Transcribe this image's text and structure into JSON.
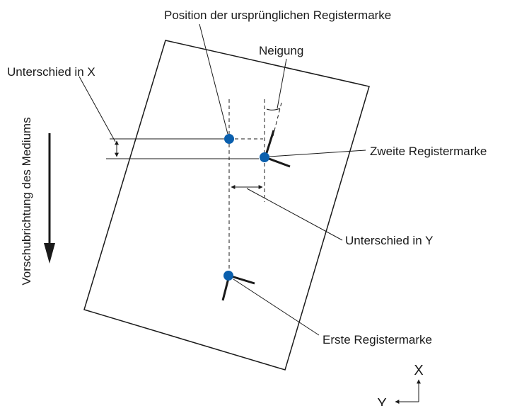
{
  "labels": {
    "original_mark_position": "Position der ursprünglichen Registermarke",
    "tilt": "Neigung",
    "difference_x": "Unterschied in X",
    "second_mark": "Zweite Registermarke",
    "difference_y": "Unterschied in Y",
    "first_mark": "Erste Registermarke",
    "feed_direction": "Vorschubrichtung des Mediums",
    "axis_x": "X",
    "axis_y": "Y"
  },
  "colors": {
    "mark": "#0a5fad",
    "line": "#1a1a1a"
  }
}
